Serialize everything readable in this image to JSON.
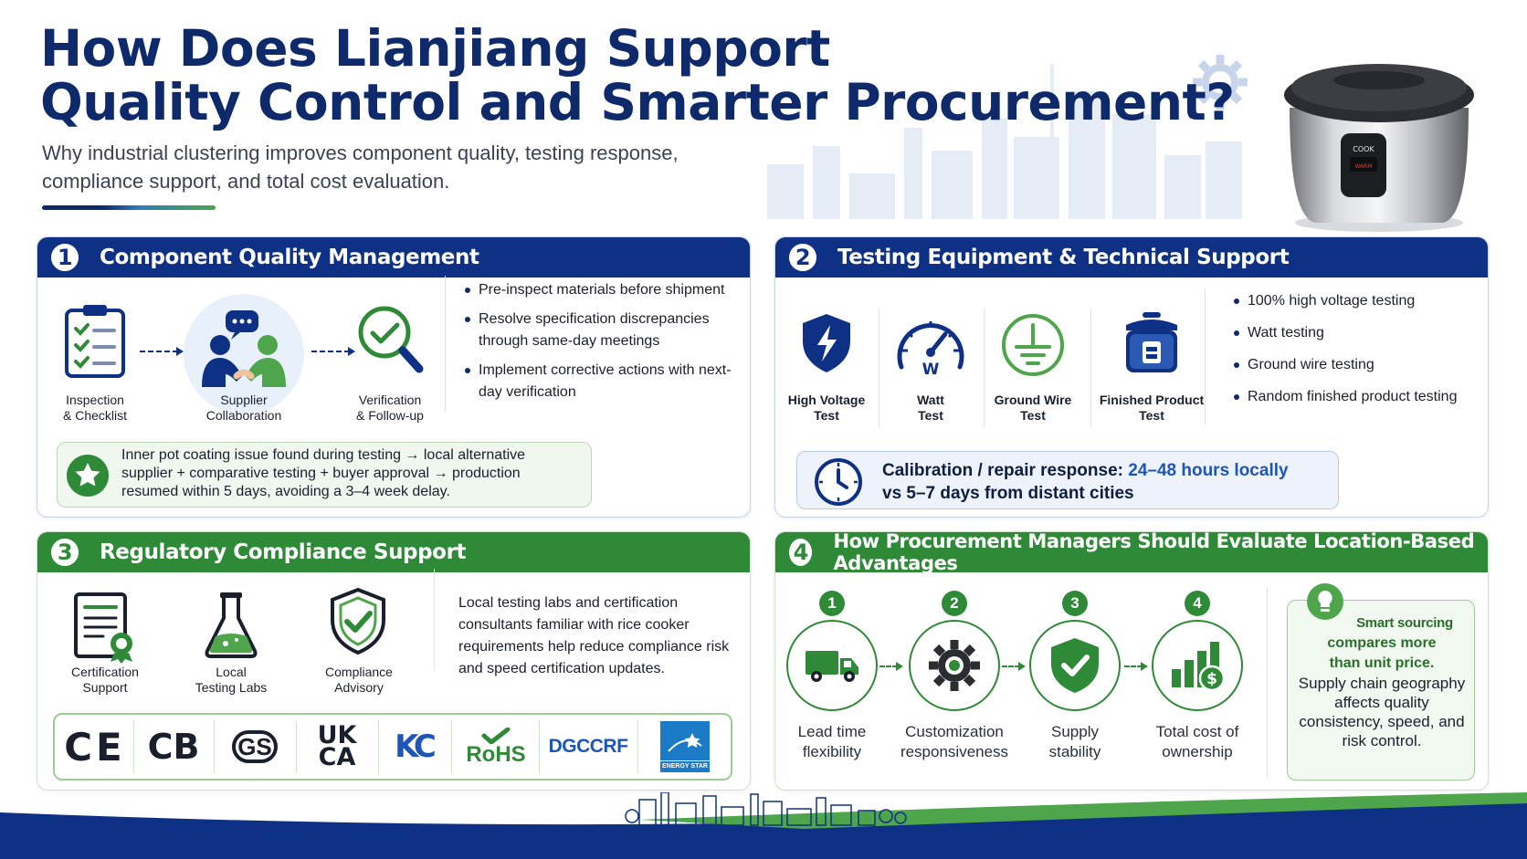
{
  "title_line1": "How Does Lianjiang Support",
  "title_line2": "Quality Control and Smarter Procurement?",
  "subtitle": "Why industrial clustering improves component quality, testing response, compliance support, and total cost evaluation.",
  "hero_device_label": "COOK",
  "hero_device_display": "WARM",
  "colors": {
    "navy": "#0e2a6b",
    "blue": "#0e3186",
    "green": "#2f8a38",
    "light_green": "#4ea54b"
  },
  "panel1": {
    "number": "1",
    "title": "Component Quality Management",
    "steps": [
      {
        "icon": "clipboard-checklist-icon",
        "label": "Inspection\n& Checklist"
      },
      {
        "icon": "handshake-icon",
        "label": "Supplier\nCollaboration"
      },
      {
        "icon": "magnifier-check-icon",
        "label": "Verification\n& Follow-up"
      }
    ],
    "bullets": [
      "Pre-inspect materials before shipment",
      "Resolve specification discrepancies through same-day meetings",
      "Implement corrective actions with next-day verification"
    ],
    "callout": "Inner pot coating issue found during testing → local alternative supplier + comparative testing + buyer approval → production resumed within 5 days, avoiding a 3–4 week delay."
  },
  "panel2": {
    "number": "2",
    "title": "Testing Equipment & Technical Support",
    "tests": [
      {
        "icon": "lightning-shield-icon",
        "label": "High Voltage\nTest"
      },
      {
        "icon": "watt-meter-icon",
        "label": "Watt\nTest",
        "glyph": "W"
      },
      {
        "icon": "ground-symbol-icon",
        "label": "Ground Wire\nTest"
      },
      {
        "icon": "rice-cooker-icon",
        "label": "Finished Product\nTest"
      }
    ],
    "bullets": [
      "100% high voltage testing",
      "Watt testing",
      "Ground wire testing",
      "Random finished product testing"
    ],
    "callout_prefix": "Calibration / repair response: ",
    "callout_highlight": "24–48 hours locally",
    "callout_suffix": "vs 5–7 days from distant cities"
  },
  "panel3": {
    "number": "3",
    "title": "Regulatory Compliance Support",
    "items": [
      {
        "icon": "certificate-icon",
        "label": "Certification\nSupport"
      },
      {
        "icon": "flask-icon",
        "label": "Local\nTesting Labs"
      },
      {
        "icon": "shield-check-icon",
        "label": "Compliance\nAdvisory"
      }
    ],
    "text": "Local testing labs and certification consultants familiar with rice cooker requirements help reduce compliance risk and speed certification updates.",
    "certs": [
      "CE",
      "CB",
      "GS",
      "UK CA",
      "KC",
      "RoHS",
      "DGCCRF",
      "ENERGY STAR"
    ]
  },
  "panel4": {
    "number": "4",
    "title": "How Procurement Managers Should Evaluate Location-Based Advantages",
    "steps": [
      {
        "n": "1",
        "icon": "truck-icon",
        "label": "Lead time\nflexibility"
      },
      {
        "n": "2",
        "icon": "gear-icon",
        "label": "Customization\nresponsiveness"
      },
      {
        "n": "3",
        "icon": "shield-check-icon",
        "label": "Supply\nstability"
      },
      {
        "n": "4",
        "icon": "bar-chart-dollar-icon",
        "label": "Total cost of\nownership"
      }
    ],
    "smart_line1": "Smart sourcing",
    "smart_line2": "compares more",
    "smart_line3": "than unit price.",
    "smart_body": "Supply chain geography affects quality consistency, speed, and risk control."
  }
}
